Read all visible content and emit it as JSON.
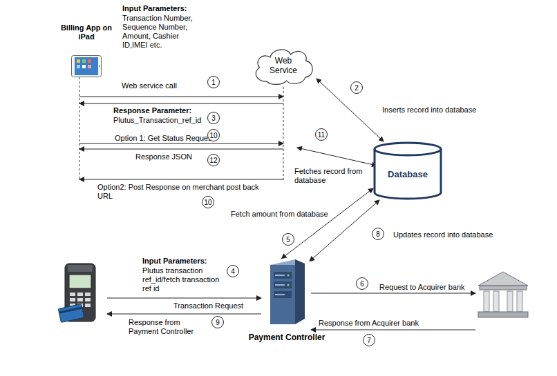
{
  "diagram": {
    "nodes": [
      {
        "text": [
          "Billing App on iPad"
        ]
      },
      {
        "text": [
          "Web Service"
        ]
      },
      {
        "text": [
          "Database"
        ]
      },
      {
        "text": [
          "Payment Controller"
        ]
      }
    ],
    "edges": [
      {
        "from": 1,
        "to": 2,
        "arrow": "both"
      },
      {
        "from": 2,
        "to": 3,
        "arrow": "both"
      },
      {
        "from": 2,
        "to": 3,
        "arrow": "both"
      }
    ],
    "labels": [
      "Input Parameters:",
      "Transaction Number, Sequence Number, Amount, Cashier ID,IMEI etc.",
      "Web service call",
      "1",
      "2",
      "Inserts record into database",
      "Response Parameter:",
      "Plutus_Transaction_ref_id",
      "3",
      "Option 1: Get Status Request",
      "10",
      "11",
      "Response JSON",
      "12",
      "Fetches record from database",
      "Option2: Post Response on merchant post back URL",
      "10",
      "Fetch amount from database",
      "5",
      "8",
      "Updates record into database",
      "Input Parameters:",
      "Plutus transaction ref_id/fetch transaction ref id",
      "4",
      "Transaction Request",
      "Response from Payment Controller",
      "9",
      "6",
      "Request to Acquirer bank",
      "7",
      "Response from Acquirer bank"
    ]
  }
}
